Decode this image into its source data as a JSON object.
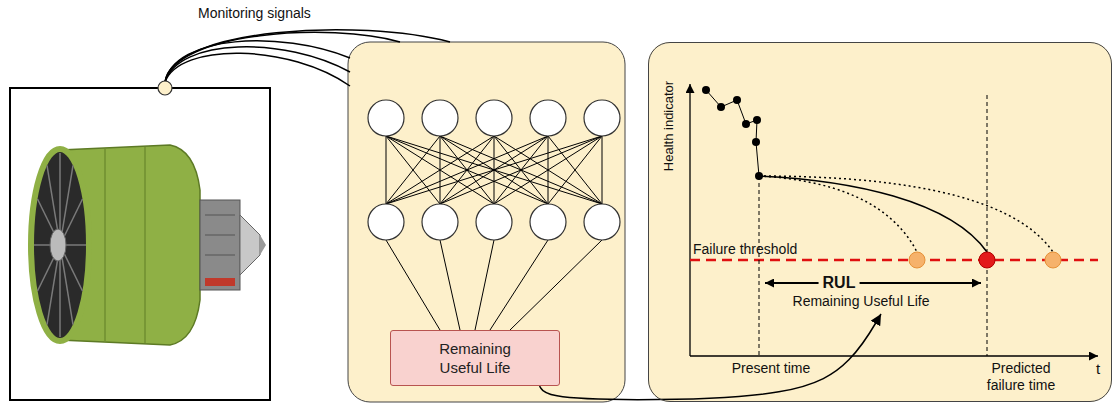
{
  "diagram": {
    "nodes": [
      {
        "text": [
          "Remaining Useful Life"
        ]
      },
      {
        "text": [
          "Health indicator",
          "Failure threshold",
          "RUL",
          "Remaining Useful Life",
          "Present time",
          "Predicted failure time",
          "t"
        ]
      }
    ],
    "edges": [
      {
        "from": 0,
        "to": 1,
        "arrow": "to"
      }
    ],
    "labels": [
      "Monitoring signals"
    ]
  }
}
